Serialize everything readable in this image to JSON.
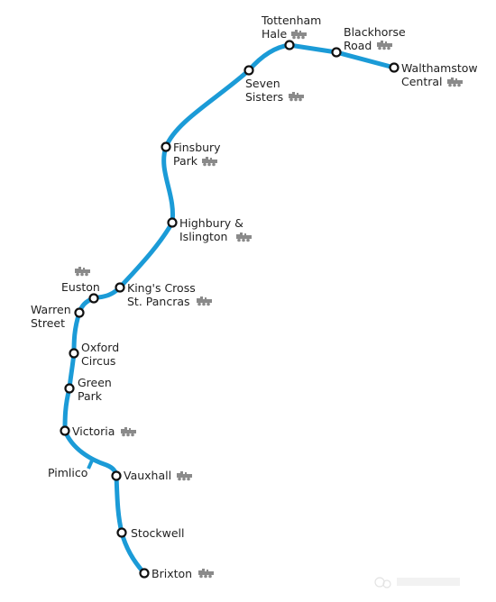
{
  "line": {
    "color": "#1b9bd7"
  },
  "rail_icon": {
    "name": "national-rail-train-icon",
    "color": "#8a8a8a"
  },
  "stations": [
    {
      "id": "walthamstow-central",
      "lines": [
        "Walthamstow",
        "Central"
      ],
      "interchange": true
    },
    {
      "id": "blackhorse-road",
      "lines": [
        "Blackhorse",
        "Road"
      ],
      "interchange": true
    },
    {
      "id": "tottenham-hale",
      "lines": [
        "Tottenham",
        "Hale"
      ],
      "interchange": true
    },
    {
      "id": "seven-sisters",
      "lines": [
        "Seven",
        "Sisters"
      ],
      "interchange": true
    },
    {
      "id": "finsbury-park",
      "lines": [
        "Finsbury",
        "Park"
      ],
      "interchange": true
    },
    {
      "id": "highbury-islington",
      "lines": [
        "Highbury &",
        "Islington"
      ],
      "interchange": true
    },
    {
      "id": "kings-cross-st-pancras",
      "lines": [
        "King's Cross",
        "St. Pancras"
      ],
      "interchange": true
    },
    {
      "id": "euston",
      "lines": [
        "Euston"
      ],
      "interchange": true
    },
    {
      "id": "warren-street",
      "lines": [
        "Warren",
        "Street"
      ],
      "interchange": false
    },
    {
      "id": "oxford-circus",
      "lines": [
        "Oxford",
        "Circus"
      ],
      "interchange": false
    },
    {
      "id": "green-park",
      "lines": [
        "Green",
        "Park"
      ],
      "interchange": false
    },
    {
      "id": "victoria",
      "lines": [
        "Victoria"
      ],
      "interchange": true
    },
    {
      "id": "pimlico",
      "lines": [
        "Pimlico"
      ],
      "interchange": false
    },
    {
      "id": "vauxhall",
      "lines": [
        "Vauxhall"
      ],
      "interchange": true
    },
    {
      "id": "stockwell",
      "lines": [
        "Stockwell"
      ],
      "interchange": false
    },
    {
      "id": "brixton",
      "lines": [
        "Brixton"
      ],
      "interchange": true
    }
  ]
}
